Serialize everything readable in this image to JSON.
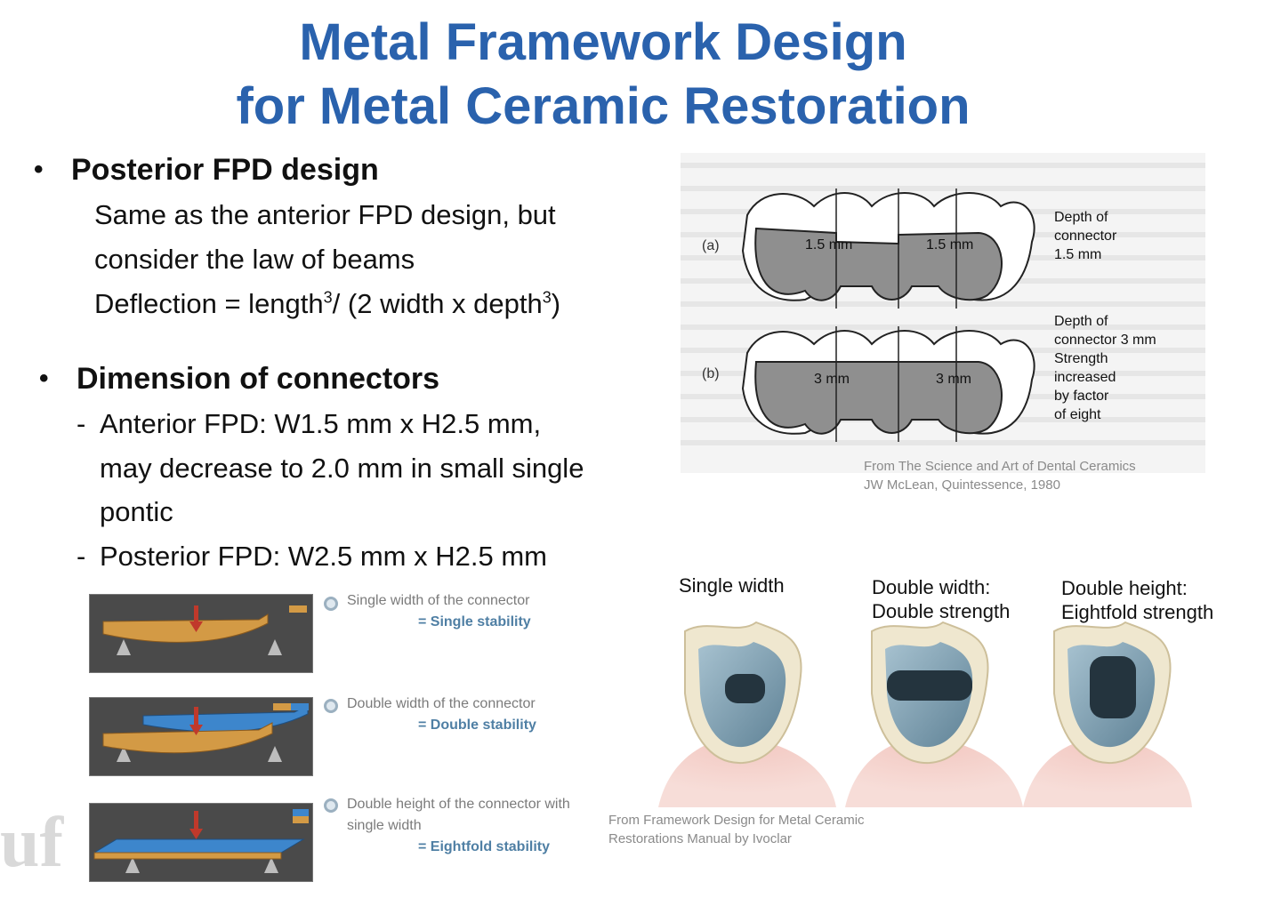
{
  "title": {
    "line1": "Metal Framework Design",
    "line2": "for Metal Ceramic Restoration"
  },
  "bullets": {
    "posterior": {
      "heading": "Posterior FPD design",
      "line1": "Same as the anterior FPD design, but",
      "line2": "consider the law of beams",
      "formula_prefix": "Deflection = length",
      "formula_sup1": "3",
      "formula_mid": "/ (2 width x depth",
      "formula_sup2": "3",
      "formula_end": ")"
    },
    "connectors": {
      "heading": "Dimension of connectors",
      "anterior_line1": "Anterior FPD:  W1.5 mm x  H2.5 mm,",
      "anterior_line2": "may decrease to 2.0 mm in small single",
      "anterior_line3": "pontic",
      "posterior_line": "Posterior FPD: W2.5 mm x H2.5 mm",
      "dash": "-"
    },
    "dot": "•"
  },
  "figure_ab": {
    "label_a": "(a)",
    "label_b": "(b)",
    "a_conn1": "1.5 mm",
    "a_conn2": "1.5 mm",
    "b_conn1": "3 mm",
    "b_conn2": "3 mm",
    "note_a": [
      "Depth of",
      "connector",
      "1.5 mm"
    ],
    "note_b": [
      "Depth of",
      "connector 3 mm",
      "Strength",
      "increased",
      "by factor",
      "of eight"
    ],
    "caption_line1": "From The Science and Art of Dental Ceramics",
    "caption_line2": "JW McLean, Quintessence, 1980"
  },
  "stability": [
    {
      "line1": "Single width of the connector",
      "line2": "",
      "result": "= Single stability"
    },
    {
      "line1": "Double width of the connector",
      "line2": "",
      "result": "= Double stability"
    },
    {
      "line1": "Double height of the connector with",
      "line2": "single width",
      "result": "= Eightfold stability"
    }
  ],
  "teeth": {
    "col1": [
      "Single width",
      ""
    ],
    "col2": [
      "Double width:",
      "Double strength"
    ],
    "col3": [
      "Double height:",
      "Eightfold strength"
    ],
    "caption_line1": "From Framework Design for Metal Ceramic",
    "caption_line2": "Restorations Manual by Ivoclar"
  },
  "colors": {
    "title": "#2a62ad",
    "panel_bg": "#4a4a4a",
    "beam_gold": "#d39a45",
    "beam_blue": "#3d86cc",
    "arrow_red": "#c0392b"
  }
}
